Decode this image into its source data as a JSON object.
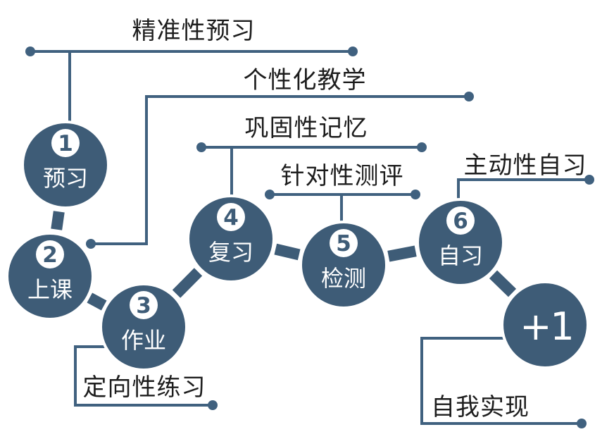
{
  "diagram": {
    "title": "learning-cycle-diagram",
    "colors": {
      "node_fill": "#3e5c77",
      "line": "#40617f",
      "callout_text": "#1d1d1d",
      "badge_background": "#ffffff",
      "node_text": "#ffffff",
      "background": "#ffffff"
    },
    "nodes": [
      {
        "num": "1",
        "label": "预习"
      },
      {
        "num": "2",
        "label": "上课"
      },
      {
        "num": "3",
        "label": "作业"
      },
      {
        "num": "4",
        "label": "复习"
      },
      {
        "num": "5",
        "label": "检测"
      },
      {
        "num": "6",
        "label": "自习"
      }
    ],
    "plus_node": {
      "label": "+1"
    },
    "callouts": [
      {
        "text": "精准性预习"
      },
      {
        "text": "个性化教学"
      },
      {
        "text": "巩固性记忆"
      },
      {
        "text": "针对性测评"
      },
      {
        "text": "主动性自习"
      },
      {
        "text": "定向性练习"
      },
      {
        "text": "自我实现"
      }
    ]
  }
}
